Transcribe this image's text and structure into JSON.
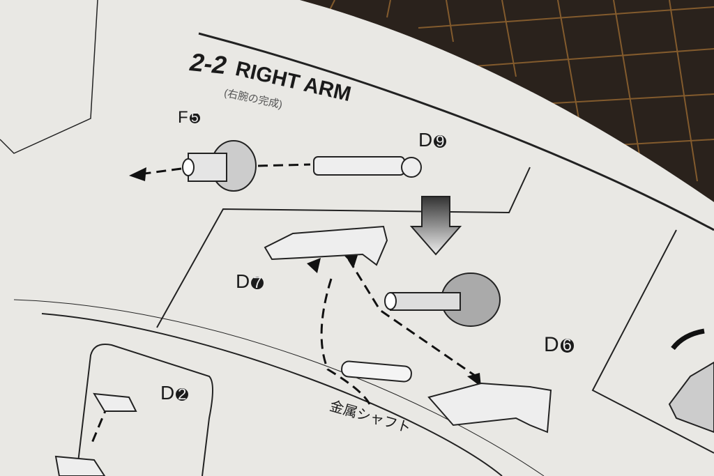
{
  "step": {
    "number": "2-2",
    "title": "RIGHT ARM",
    "subtitle": "(右腕の完成)"
  },
  "parts": {
    "f5": {
      "letter": "F",
      "num": "5"
    },
    "d9": {
      "letter": "D",
      "num": "9"
    },
    "d7": {
      "letter": "D",
      "num": "7"
    },
    "d6": {
      "letter": "D",
      "num": "6"
    },
    "d2": {
      "letter": "D",
      "num": "2"
    }
  },
  "metal_shaft_label": "金属シャフト",
  "colors": {
    "paper": "#e9e8e4",
    "mat": "#2a221c",
    "grid": "#b07a3a",
    "ink": "#1b1b1b"
  }
}
